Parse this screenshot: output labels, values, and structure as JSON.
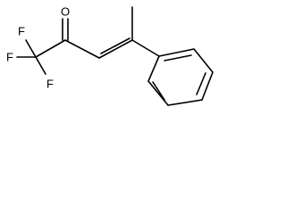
{
  "molecule": {
    "atoms": {
      "oxygen": "O",
      "fluorine_top": "F",
      "fluorine_left": "F",
      "fluorine_bottom": "F"
    },
    "colors": {
      "line": "#000000",
      "background": "#ffffff"
    }
  }
}
